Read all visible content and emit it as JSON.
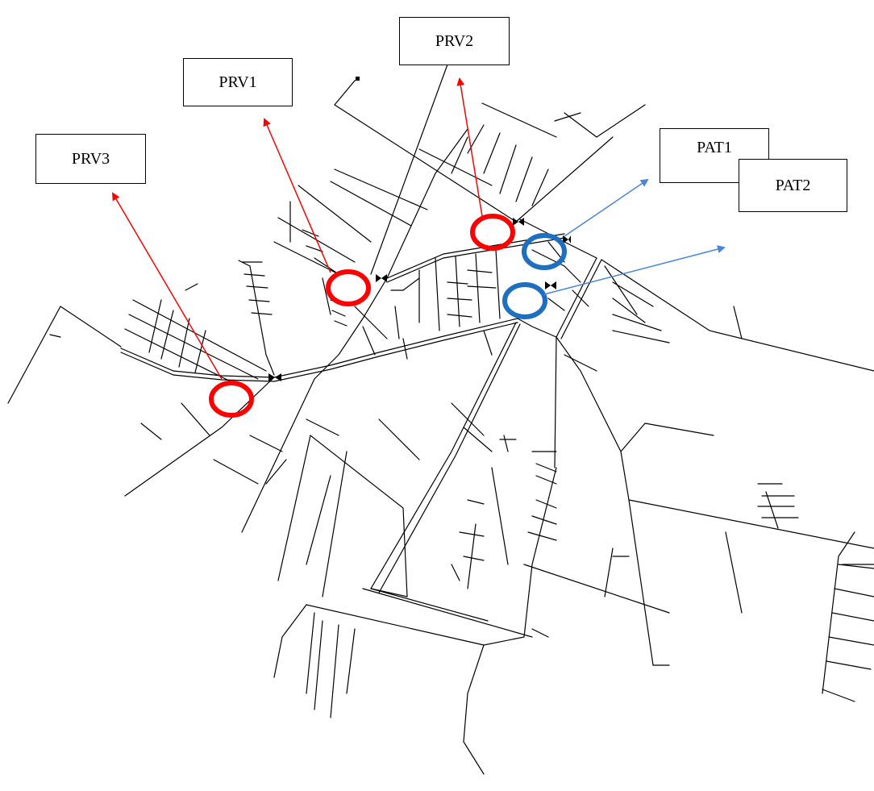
{
  "labels": {
    "prv1": "PRV1",
    "prv2": "PRV2",
    "prv3": "PRV3",
    "pat1": "PAT1",
    "pat2": "PAT2"
  },
  "colors": {
    "network_line": "#000000",
    "prv_marker": "#ff0000",
    "prv_arrow": "#ff0000",
    "pat_marker": "#1f6fc0",
    "pat_arrow": "#4a86d8",
    "label_border": "#000000"
  },
  "icons": [
    "valve-icon",
    "reservoir-icon"
  ]
}
